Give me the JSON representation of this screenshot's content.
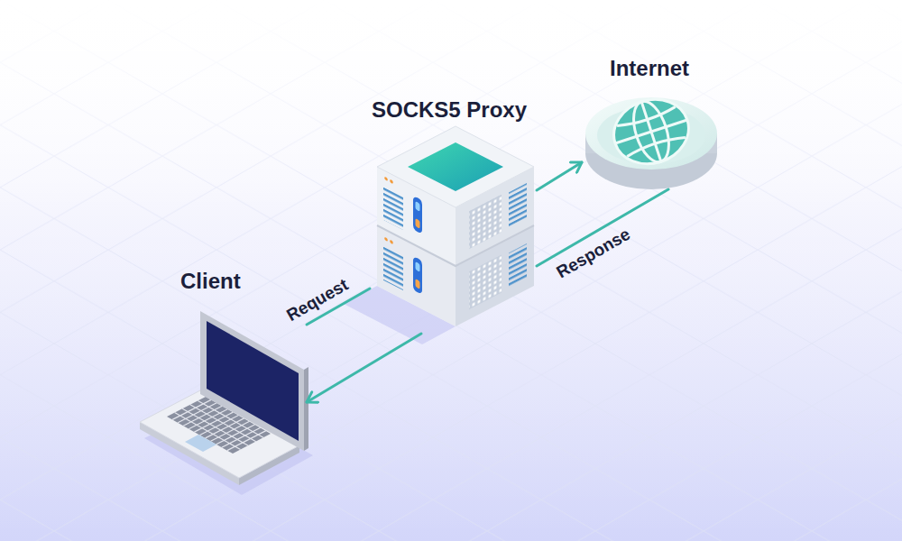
{
  "diagram": {
    "nodes": [
      {
        "text": [
          "Client"
        ]
      },
      {
        "text": [
          "SOCKS5 Proxy"
        ]
      },
      {
        "text": [
          "Internet"
        ]
      }
    ],
    "edges": [
      {
        "from": 0,
        "to": 1,
        "label": "Request",
        "arrow": "none"
      },
      {
        "from": 1,
        "to": 2,
        "arrow": "to"
      },
      {
        "from": 2,
        "to": 1,
        "label": "Response",
        "arrow": "none"
      },
      {
        "from": 1,
        "to": 0,
        "arrow": "to"
      }
    ]
  }
}
